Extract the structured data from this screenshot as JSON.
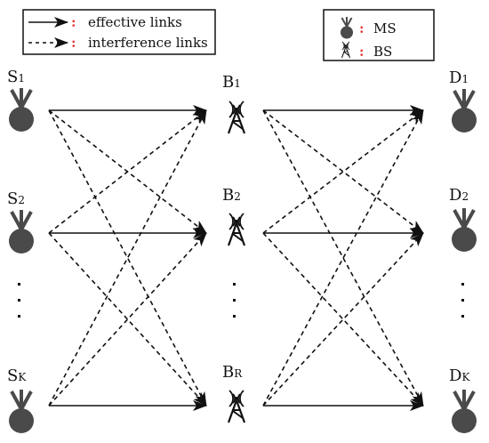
{
  "legend_links": {
    "effective_label": "effective links",
    "interference_label": "interference links"
  },
  "legend_devices": {
    "ms_label": "MS",
    "bs_label": "BS"
  },
  "colors": {
    "colon_accent": "#e53935",
    "ink": "#111111",
    "device_fill": "#4a4a4a"
  },
  "icons": {
    "ms": "antenna-ms-icon",
    "bs": "tower-bs-icon"
  },
  "nodes": {
    "sources": [
      {
        "main": "S",
        "sub": "1"
      },
      {
        "main": "S",
        "sub": "2"
      },
      {
        "main": "S",
        "sub": "K"
      }
    ],
    "relays": [
      {
        "main": "B",
        "sub": "1"
      },
      {
        "main": "B",
        "sub": "2"
      },
      {
        "main": "B",
        "sub": "R"
      }
    ],
    "destinations": [
      {
        "main": "D",
        "sub": "1"
      },
      {
        "main": "D",
        "sub": "2"
      },
      {
        "main": "D",
        "sub": "K"
      }
    ]
  }
}
